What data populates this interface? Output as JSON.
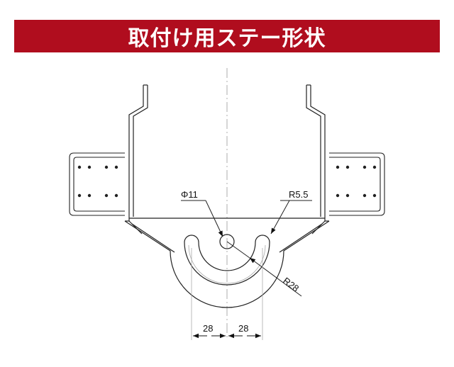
{
  "banner": {
    "title": "取付け用ステー形状",
    "color": "#b00d1e"
  },
  "dimensions": {
    "hole_diameter": "Φ11",
    "slot_radius": "R5.5",
    "arc_radius": "R28",
    "left_span": "28",
    "right_span": "28"
  },
  "colors": {
    "line": "#222222",
    "center_line": "#888888"
  }
}
